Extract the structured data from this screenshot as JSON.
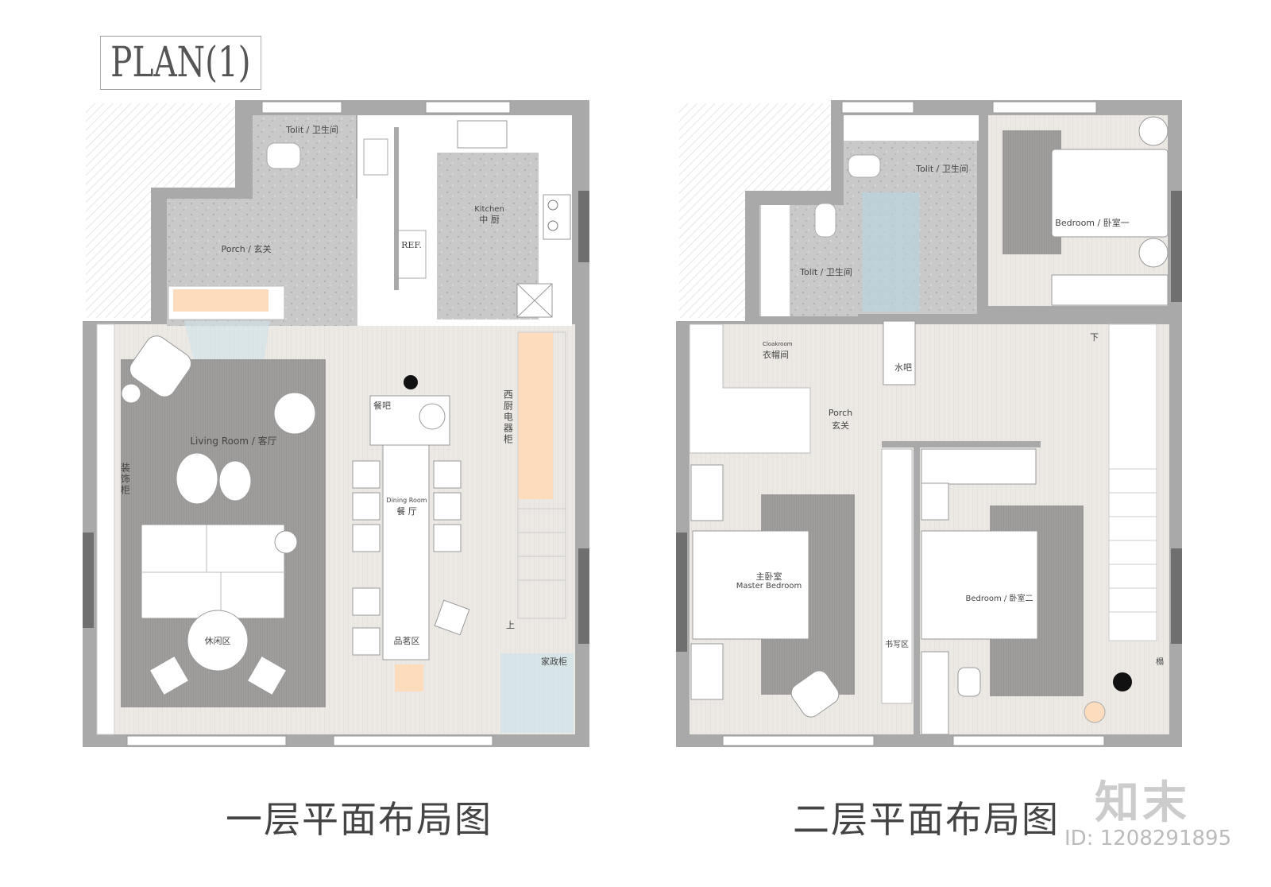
{
  "title": "PLAN(1)",
  "colors": {
    "wall": "#a9a9a9",
    "wall_dark": "#6f6f6f",
    "terrazzo": "#c8c8c8",
    "wood_floor": "#ece9e5",
    "rug": "#9c9a98",
    "accent_orange": "#fcdcbc",
    "glass": "#cfe2ea"
  },
  "floor1": {
    "caption": "一层平面布局图",
    "rooms": {
      "toilet": "Tolit / 卫生间",
      "porch": "Porch / 玄关",
      "kitchen_en": "Kitchen",
      "kitchen_cn": "中 厨",
      "ref": "REF.",
      "living": "Living Room / 客厅",
      "decor_cabinet": "装饰柜",
      "leisure": "休闲区",
      "bar": "餐吧",
      "dining_en": "Dining Room",
      "dining_cn": "餐 厅",
      "tea": "品茗区",
      "appliance_cabinet": "西厨电器柜",
      "up": "上",
      "housekeeping_cabinet": "家政柜"
    }
  },
  "floor2": {
    "caption": "二层平面布局图",
    "rooms": {
      "toilet1": "Tolit / 卫生间",
      "toilet2": "Tolit / 卫生间",
      "bedroom1": "Bedroom / 卧室一",
      "cloak_en": "Cloakroom",
      "cloak_cn": "衣帽间",
      "water_bar": "水吧",
      "porch_en": "Porch",
      "porch_cn": "玄关",
      "down": "下",
      "master_cn": "主卧室",
      "master_en": "Master Bedroom",
      "writing": "书写区",
      "bedroom2": "Bedroom / 卧室二",
      "couch": "榻"
    }
  },
  "watermark": {
    "logo": "知末",
    "id": "ID: 1208291895"
  }
}
